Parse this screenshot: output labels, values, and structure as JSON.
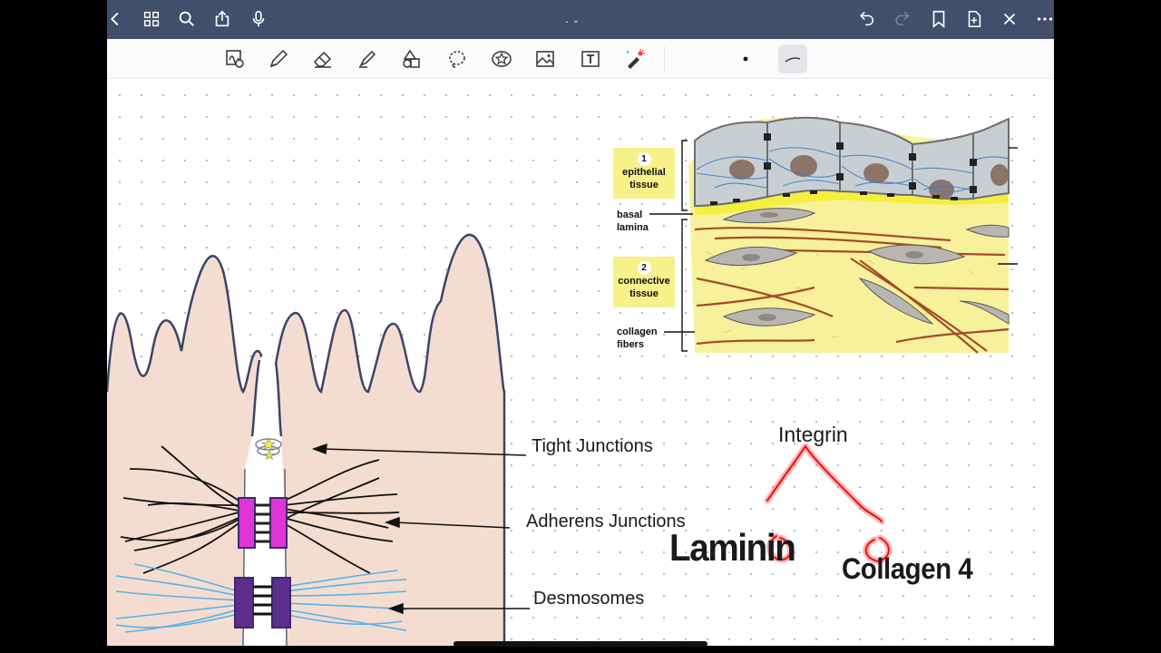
{
  "app": {
    "title": ".",
    "topbar_icons": [
      "back-icon",
      "grid-icon",
      "search-icon",
      "share-icon",
      "microphone-icon",
      "undo-icon",
      "redo-icon",
      "bookmark-icon",
      "add-page-icon",
      "close-icon",
      "more-icon"
    ],
    "toolbar_tools": [
      "lasso-ocr-tool",
      "pen-tool",
      "eraser-tool",
      "highlighter-tool",
      "shapes-tool",
      "lasso-tool",
      "sticker-tool",
      "image-tool",
      "text-tool",
      "laser-pointer-tool",
      "stroke-width-dot",
      "stroke-style"
    ],
    "accent_color": "#434e6b"
  },
  "figure": {
    "box1_num": "1",
    "box1_text": "epithelial tissue",
    "basal_lamina": "basal lamina",
    "box2_num": "2",
    "box2_text": "connective tissue",
    "collagen_fibers": "collagen fibers"
  },
  "diagram": {
    "tight_junctions": "Tight Junctions",
    "adherens_junctions": "Adherens Junctions",
    "desmosomes": "Desmosomes"
  },
  "handwriting": {
    "integrin": "Integrin",
    "laminin": "Laminin",
    "collagen4": "Collagen 4",
    "highlight_color": "#ff2a2a"
  }
}
